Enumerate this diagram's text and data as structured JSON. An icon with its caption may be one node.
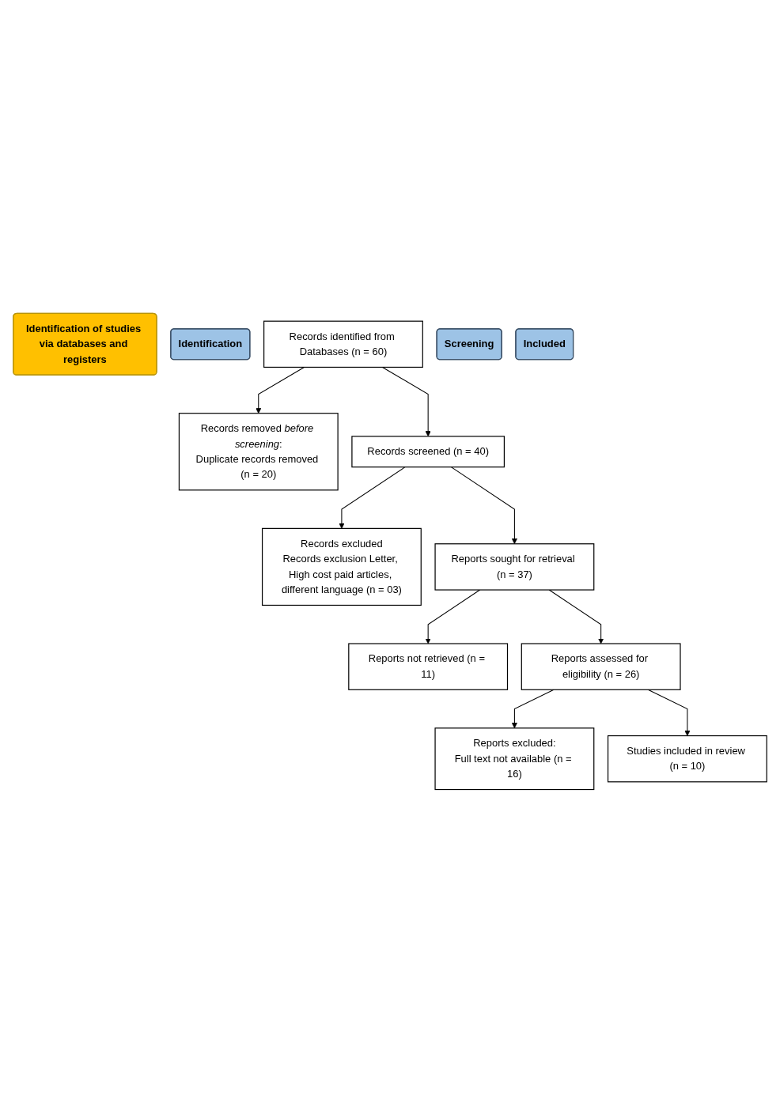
{
  "diagram": {
    "nodes": [
      {
        "text": [
          "Identification of studies via databases and registers"
        ]
      },
      {
        "text": [
          "Identification"
        ]
      },
      {
        "text": [
          "Records identified from Databases (n = 60)"
        ]
      },
      {
        "text": [
          "Records removed *before screening*:",
          "Duplicate records removed (n = 20)"
        ]
      },
      {
        "text": [
          "Screening"
        ]
      },
      {
        "text": [
          "Records screened (n = 40)"
        ]
      },
      {
        "text": [
          "Records excluded",
          "Records exclusion Letter, High cost paid articles, different language (n = 03)"
        ]
      },
      {
        "text": [
          "Reports sought for retrieval (n = 37)"
        ]
      },
      {
        "text": [
          "Reports not retrieved (n = 11)"
        ]
      },
      {
        "text": [
          "Reports assessed for eligibility (n = 26)"
        ]
      },
      {
        "text": [
          "Reports excluded:",
          "Full text not available (n = 16)"
        ]
      },
      {
        "text": [
          "Included"
        ]
      },
      {
        "text": [
          "Studies included in review (n = 10)"
        ]
      }
    ],
    "edges": [
      {
        "from": 2,
        "to": 3,
        "arrow": "to"
      },
      {
        "from": 2,
        "to": 5,
        "arrow": "to"
      },
      {
        "from": 5,
        "to": 6,
        "arrow": "to"
      },
      {
        "from": 5,
        "to": 7,
        "arrow": "to"
      },
      {
        "from": 7,
        "to": 8,
        "arrow": "to"
      },
      {
        "from": 7,
        "to": 9,
        "arrow": "to"
      },
      {
        "from": 9,
        "to": 10,
        "arrow": "to"
      },
      {
        "from": 9,
        "to": 12,
        "arrow": "to"
      }
    ]
  }
}
